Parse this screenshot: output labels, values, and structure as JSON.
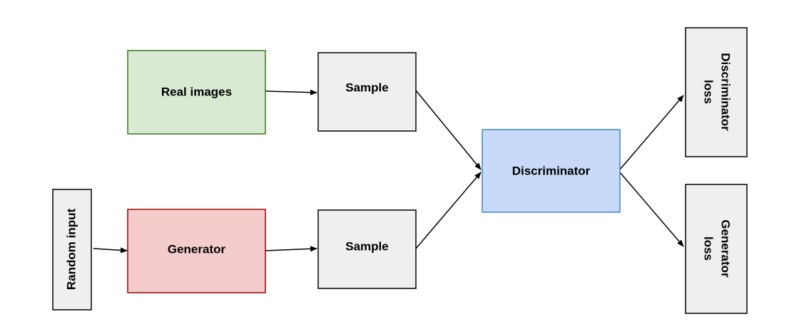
{
  "nodes": {
    "real_images": {
      "label": "Real images",
      "fill": "#d9ead3",
      "stroke": "#38761d"
    },
    "sample_top": {
      "label": "Sample",
      "fill": "#efefef",
      "stroke": "#000000"
    },
    "random_input": {
      "label": "Random input",
      "fill": "#efefef",
      "stroke": "#000000"
    },
    "generator": {
      "label": "Generator",
      "fill": "#f4cccc",
      "stroke": "#990000"
    },
    "sample_bottom": {
      "label": "Sample",
      "fill": "#efefef",
      "stroke": "#000000"
    },
    "discriminator": {
      "label": "Discriminator",
      "fill": "#c9daf8",
      "stroke": "#3d85c6"
    },
    "disc_loss": {
      "label_line1": "Discriminator",
      "label_line2": "loss",
      "fill": "#efefef",
      "stroke": "#000000"
    },
    "gen_loss": {
      "label_line1": "Generator",
      "label_line2": "loss",
      "fill": "#efefef",
      "stroke": "#000000"
    }
  },
  "edges": [
    {
      "from": "real_images",
      "to": "sample_top"
    },
    {
      "from": "random_input",
      "to": "generator"
    },
    {
      "from": "generator",
      "to": "sample_bottom"
    },
    {
      "from": "sample_top",
      "to": "discriminator"
    },
    {
      "from": "sample_bottom",
      "to": "discriminator"
    },
    {
      "from": "discriminator",
      "to": "disc_loss"
    },
    {
      "from": "discriminator",
      "to": "gen_loss"
    }
  ]
}
